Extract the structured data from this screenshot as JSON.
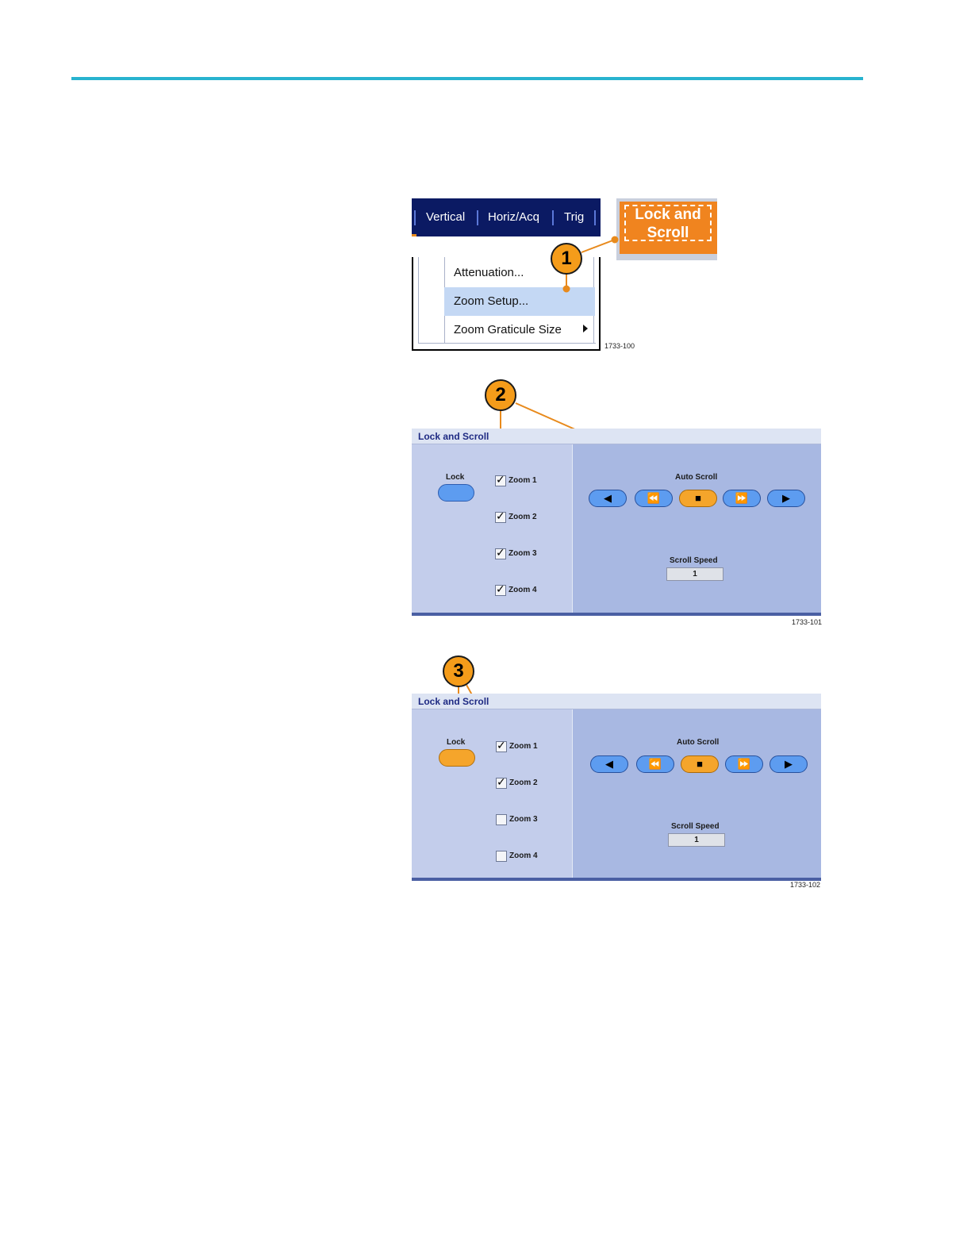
{
  "colors": {
    "rule": "#27b3cf",
    "callout": "#f59c1a",
    "menubar": "#0b1a63",
    "accent_orange": "#f0841f"
  },
  "figure1": {
    "menubar": {
      "items": [
        "Vertical",
        "Horiz/Acq",
        "Trig"
      ]
    },
    "menu": {
      "items": [
        "Attenuation...",
        "Zoom Setup...",
        "Zoom Graticule Size"
      ],
      "selected_index": 1
    },
    "lock_scroll_button": {
      "line1": "Lock and",
      "line2": "Scroll"
    },
    "callout": "1",
    "fig_id": "1733-100"
  },
  "figure2": {
    "callout": "2",
    "panel_title": "Lock and Scroll",
    "lock_label": "Lock",
    "lock_active": false,
    "zooms": [
      {
        "label": "Zoom 1",
        "checked": true
      },
      {
        "label": "Zoom 2",
        "checked": true
      },
      {
        "label": "Zoom 3",
        "checked": true
      },
      {
        "label": "Zoom 4",
        "checked": true
      }
    ],
    "auto_scroll_label": "Auto Scroll",
    "scroll_speed_label": "Scroll Speed",
    "scroll_speed_value": "1",
    "fig_id": "1733-101"
  },
  "figure3": {
    "callout": "3",
    "panel_title": "Lock and Scroll",
    "lock_label": "Lock",
    "lock_active": true,
    "zooms": [
      {
        "label": "Zoom 1",
        "checked": true
      },
      {
        "label": "Zoom 2",
        "checked": true
      },
      {
        "label": "Zoom 3",
        "checked": false
      },
      {
        "label": "Zoom 4",
        "checked": false
      }
    ],
    "auto_scroll_label": "Auto Scroll",
    "scroll_speed_label": "Scroll Speed",
    "scroll_speed_value": "1",
    "fig_id": "1733-102"
  },
  "controls": [
    {
      "name": "scroll-left-button",
      "glyph": "◀",
      "active": false
    },
    {
      "name": "scroll-fast-left-button",
      "glyph": "⏪",
      "active": false
    },
    {
      "name": "scroll-stop-button",
      "glyph": "■",
      "active": true
    },
    {
      "name": "scroll-fast-right-button",
      "glyph": "⏩",
      "active": false
    },
    {
      "name": "scroll-right-button",
      "glyph": "▶",
      "active": false
    }
  ]
}
